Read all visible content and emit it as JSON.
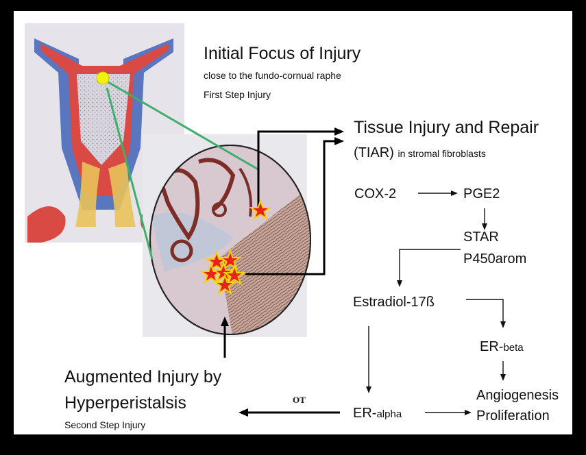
{
  "initial_focus": {
    "title": "Initial Focus of Injury",
    "line1": "close to the fundo-cornual raphe",
    "line2": "First Step Injury"
  },
  "tiar": {
    "title": "Tissue Injury and Repair",
    "abbr": "(TIAR)",
    "detail": "in stromal fibroblasts"
  },
  "pathway": {
    "cox2": "COX-2",
    "pge2": "PGE2",
    "star": "STAR",
    "p450": "P450arom",
    "estradiol": "Estradiol-17ß",
    "er_beta_prefix": "ER-",
    "er_beta_suffix": "beta",
    "er_alpha_prefix": "ER-",
    "er_alpha_suffix": "alpha",
    "angiogenesis": "Angiogenesis",
    "proliferation": "Proliferation",
    "ot": "OT"
  },
  "augmented": {
    "line1": "Augmented Injury by",
    "line2": "Hyperperistalsis",
    "line3": "Second Step Injury"
  },
  "colors": {
    "frame": "#000000",
    "background": "#ffffff",
    "arrow": "#000000",
    "connector": "#3fae6a",
    "focus_dot": "#f2f20a",
    "star_fill": "#e8231b",
    "star_outline": "#f5d20b"
  },
  "icons": [
    "uterus-illustration",
    "tissue-section-illustration",
    "injury-star-icon"
  ]
}
